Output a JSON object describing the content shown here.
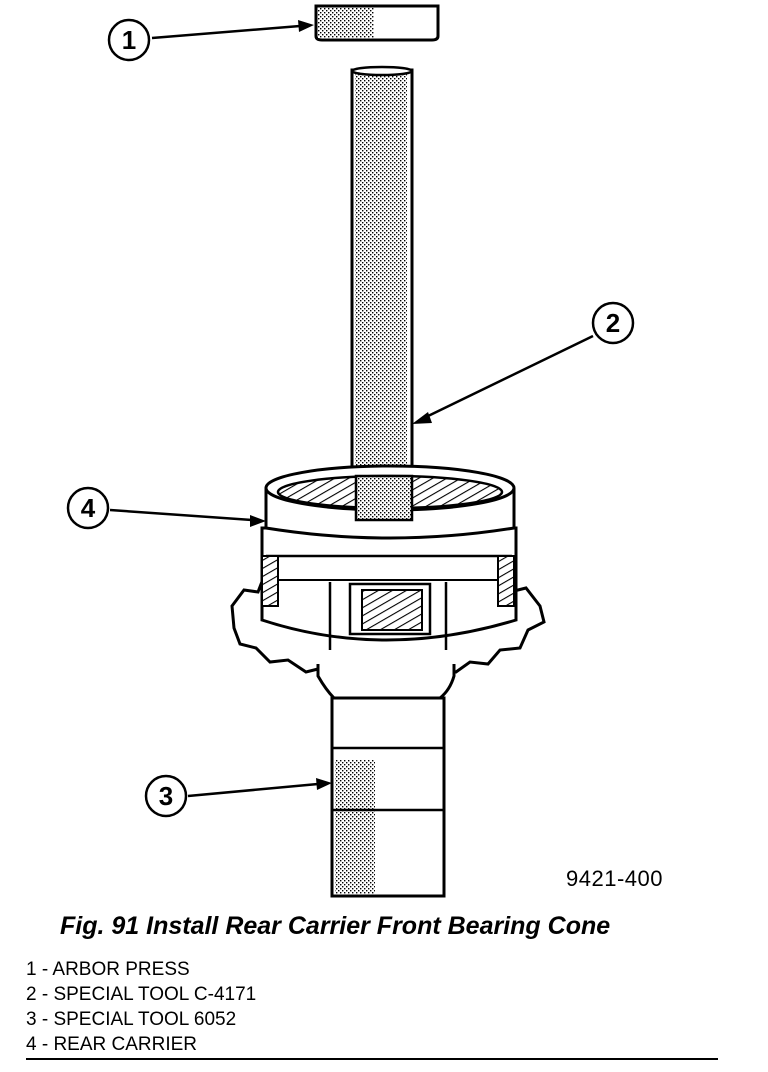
{
  "figure": {
    "callouts": [
      {
        "num": "1"
      },
      {
        "num": "2"
      },
      {
        "num": "3"
      },
      {
        "num": "4"
      }
    ],
    "figure_code": "9421-400"
  },
  "caption": "Fig. 91 Install Rear Carrier Front Bearing Cone",
  "legend": [
    "1 - ARBOR PRESS",
    "2 - SPECIAL TOOL C-4171",
    "3 - SPECIAL TOOL 6052",
    "4 - REAR CARRIER"
  ],
  "colors": {
    "ink": "#000000",
    "shade": "#9a9a9a",
    "paper": "#ffffff"
  }
}
